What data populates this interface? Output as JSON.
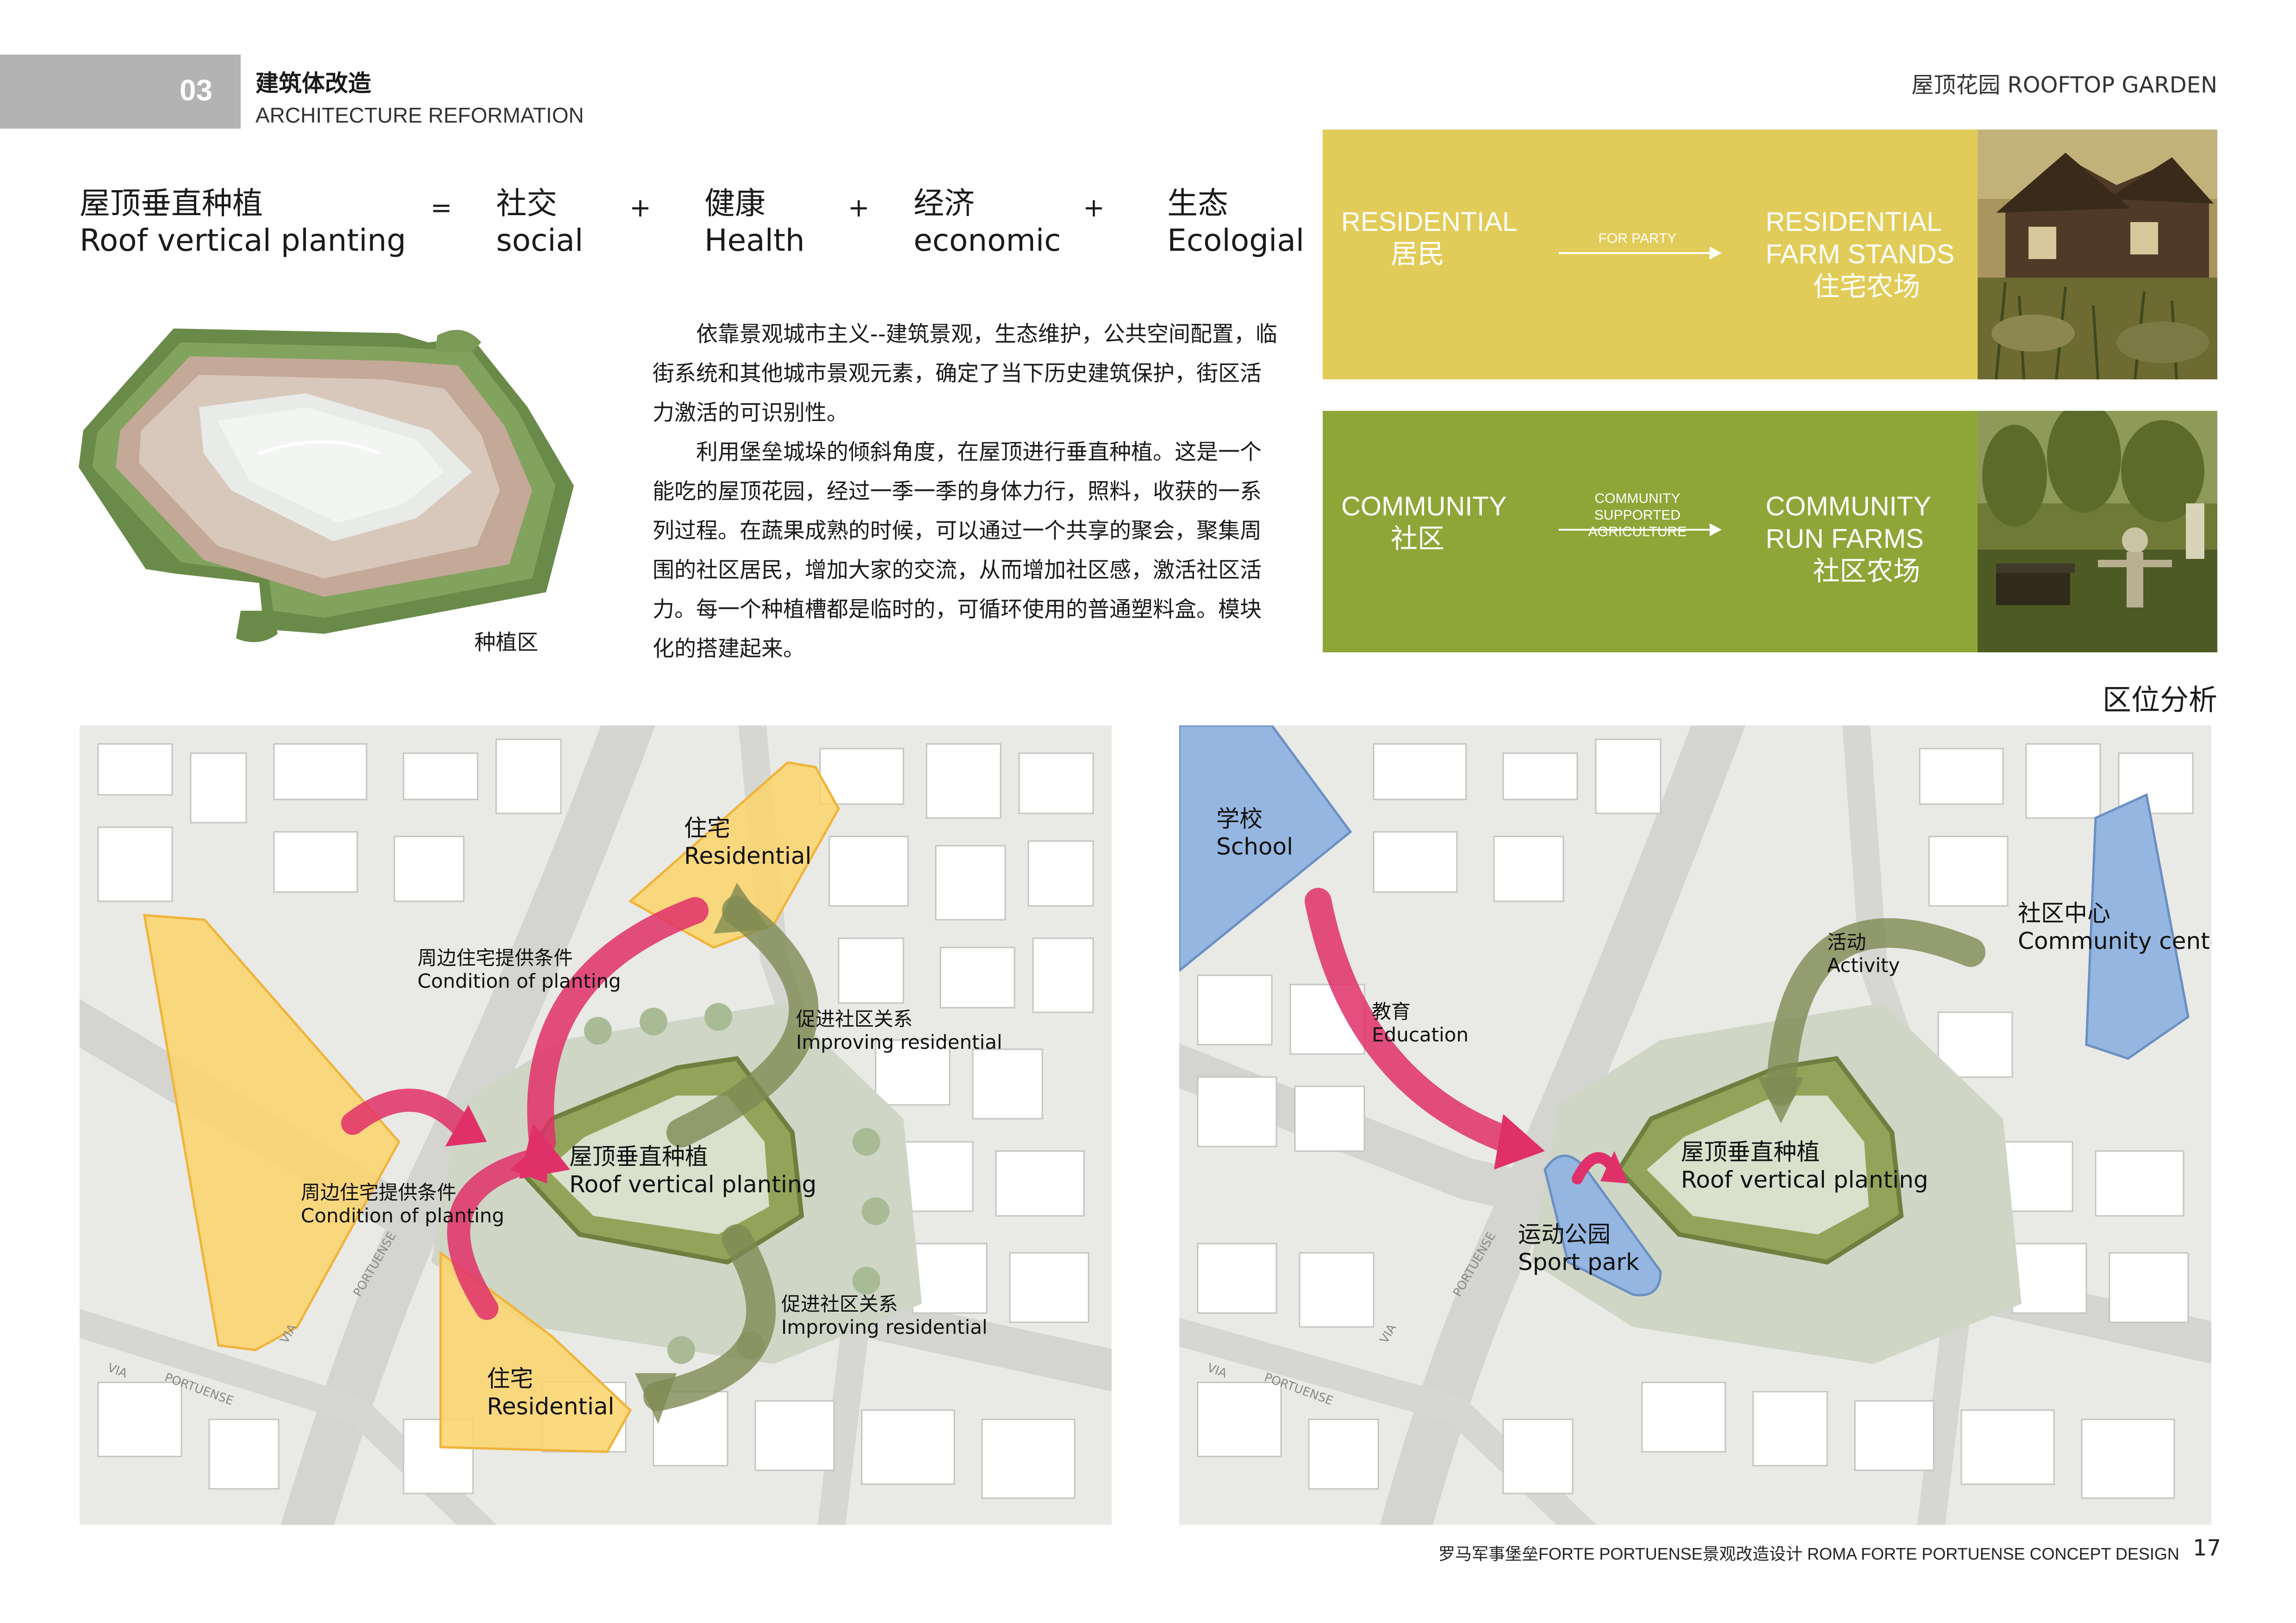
{
  "header": {
    "section_number": "03",
    "section_title_cn": "建筑体改造",
    "section_title_en": "ARCHITECTURE REFORMATION",
    "right_title": "屋顶花园 ROOFTOP GARDEN"
  },
  "equation": {
    "lhs_cn": "屋顶垂直种植",
    "lhs_en": "Roof  vertical  planting",
    "equals": "=",
    "plus": "+",
    "terms": [
      {
        "cn": "社交",
        "en": "social"
      },
      {
        "cn": "健康",
        "en": "Health"
      },
      {
        "cn": "经济",
        "en": "economic"
      },
      {
        "cn": "生态",
        "en": "Ecologial"
      }
    ]
  },
  "fort_image": {
    "caption": "种植区"
  },
  "paragraphs": [
    "依靠景观城市主义--建筑景观，生态维护，公共空间配置，临街系统和其他城市景观元素，确定了当下历史建筑保护，街区活力激活的可识别性。",
    "利用堡垒城垛的倾斜角度，在屋顶进行垂直种植。这是一个能吃的屋顶花园，经过一季一季的身体力行，照料，收获的一系列过程。在蔬果成熟的时候，可以通过一个共享的聚会，聚集周围的社区居民，增加大家的交流，从而增加社区感，激活社区活力。每一个种植槽都是临时的，可循环使用的普通塑料盒。模块化的搭建起来。"
  ],
  "panels": [
    {
      "color": "#e2cc59",
      "from_en": "RESIDENTIAL",
      "from_cn": "居民",
      "arrow_label": "FOR PARTY",
      "to_en_1": "RESIDENTIAL",
      "to_en_2": "FARM STANDS",
      "to_cn": "住宅农场",
      "photo": "garden-house-photo"
    },
    {
      "color": "#8ea637",
      "from_en": "COMMUNITY",
      "from_cn": "社区",
      "arrow_label": "COMMUNITY SUPPORTED AGRICULTURE",
      "to_en_1": "COMMUNITY",
      "to_en_2": "RUN FARMS",
      "to_cn": "社区农场",
      "photo": "community-farm-photo"
    }
  ],
  "location_title": "区位分析",
  "map_left": {
    "res_top": {
      "cn": "住宅",
      "en": "Residential"
    },
    "res_bottom": {
      "cn": "住宅",
      "en": "Residential"
    },
    "cond_top": {
      "cn": "周边住宅提供条件",
      "en": "Condition of planting"
    },
    "cond_left": {
      "cn": "周边住宅提供条件",
      "en": "Condition of planting"
    },
    "impr_top": {
      "cn": "促进社区关系",
      "en": "Improving residential"
    },
    "impr_bottom": {
      "cn": "促进社区关系",
      "en": "Improving residential"
    },
    "center": {
      "cn": "屋顶垂直种植",
      "en": "Roof vertical planting"
    },
    "road_labels": [
      "VIA",
      "PORTUENSE",
      "VIA",
      "PORTUENSE"
    ]
  },
  "map_right": {
    "school": {
      "cn": "学校",
      "en": "School"
    },
    "community": {
      "cn": "社区中心",
      "en": "Community cente"
    },
    "education": {
      "cn": "教育",
      "en": "Education"
    },
    "activity": {
      "cn": "活动",
      "en": "Activity"
    },
    "sport": {
      "cn": "运动公园",
      "en": "Sport park"
    },
    "center": {
      "cn": "屋顶垂直种植",
      "en": "Roof vertical planting"
    },
    "road_labels": [
      "VIA",
      "PORTUENSE",
      "VIA",
      "PORTUENSE"
    ]
  },
  "footer": {
    "text": "罗马军事堡垒FORTE PORTUENSE景观改造设计 ROMA FORTE PORTUENSE CONCEPT DESIGN",
    "page": "17"
  },
  "colors": {
    "yellow_panel": "#e2cc59",
    "green_panel": "#8ea637",
    "residential": "#fcd36a",
    "school": "#94b6e0",
    "arrow_pink": "#e0306a",
    "arrow_green": "#7e8a52",
    "roof": "#93a45a"
  }
}
